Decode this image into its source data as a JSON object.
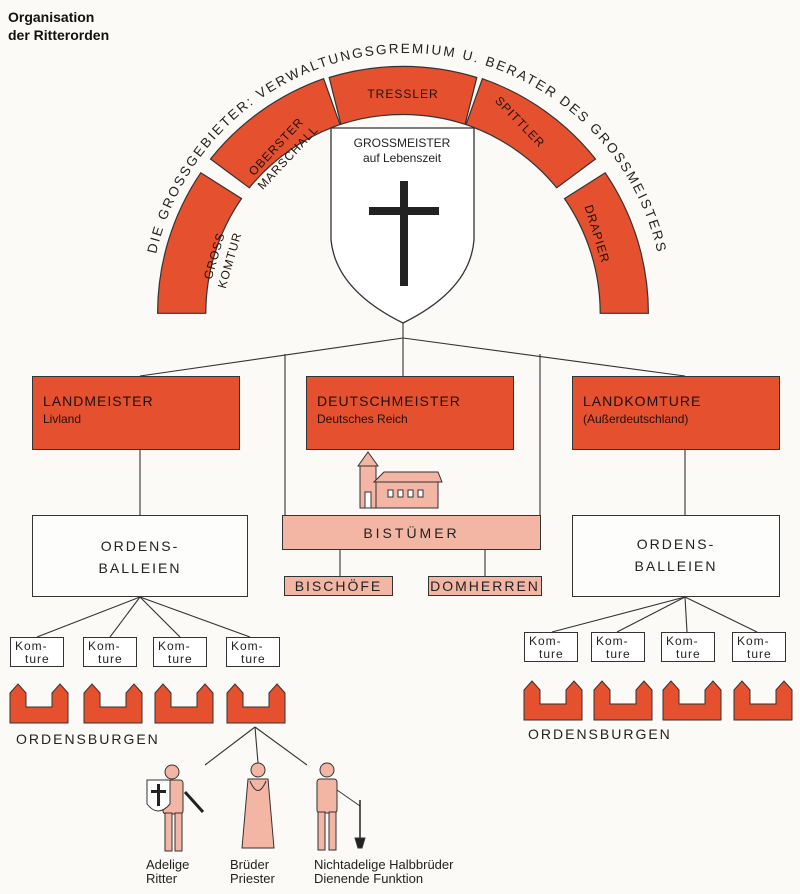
{
  "title": {
    "line1": "Organisation",
    "line2": "der Ritterorden"
  },
  "arc_text": "DIE GROSSGEBIETER: VERWALTUNGSGREMIUM U. BERATER DES GROSSMEISTERS",
  "offices": [
    {
      "line1": "GROSS",
      "line2": "KOMTUR"
    },
    {
      "line1": "OBERSTER",
      "line2": "MARSCHALL"
    },
    {
      "line1": "TRESSLER",
      "line2": ""
    },
    {
      "line1": "SPITTLER",
      "line2": ""
    },
    {
      "line1": "DRAPIER",
      "line2": ""
    }
  ],
  "grandmaster": {
    "line1": "GROSSMEISTER",
    "line2": "auf Lebenszeit",
    "icon": "cross-icon"
  },
  "masters": [
    {
      "title": "LANDMEISTER",
      "sub": "Livland"
    },
    {
      "title": "DEUTSCHMEISTER",
      "sub": "Deutsches Reich"
    },
    {
      "title": "LANDKOMTURE",
      "sub": "(Außerdeutschland)"
    }
  ],
  "balleien": {
    "line1": "ORDENS-",
    "line2": "BALLEIEN"
  },
  "church_icon": "church-icon",
  "bistuemer": "BISTÜMER",
  "bischoefe": "BISCHÖFE",
  "domherren": "DOMHERREN",
  "komture": {
    "line1": "Kom-",
    "line2": "ture"
  },
  "ordensburgen": "ORDENSBURGEN",
  "castle_icon": "castle-icon",
  "figures": [
    {
      "line1": "Adelige",
      "line2": "Ritter",
      "icon": "knight-icon"
    },
    {
      "line1": "Brüder",
      "line2": "Priester",
      "icon": "priest-icon"
    },
    {
      "line1": "Nichtadelige Halbbrüder",
      "line2": "Dienende Funktion",
      "icon": "laborer-icon"
    }
  ],
  "colors": {
    "red": "#e5502f",
    "pink": "#f3b6a5",
    "line": "#333333"
  }
}
